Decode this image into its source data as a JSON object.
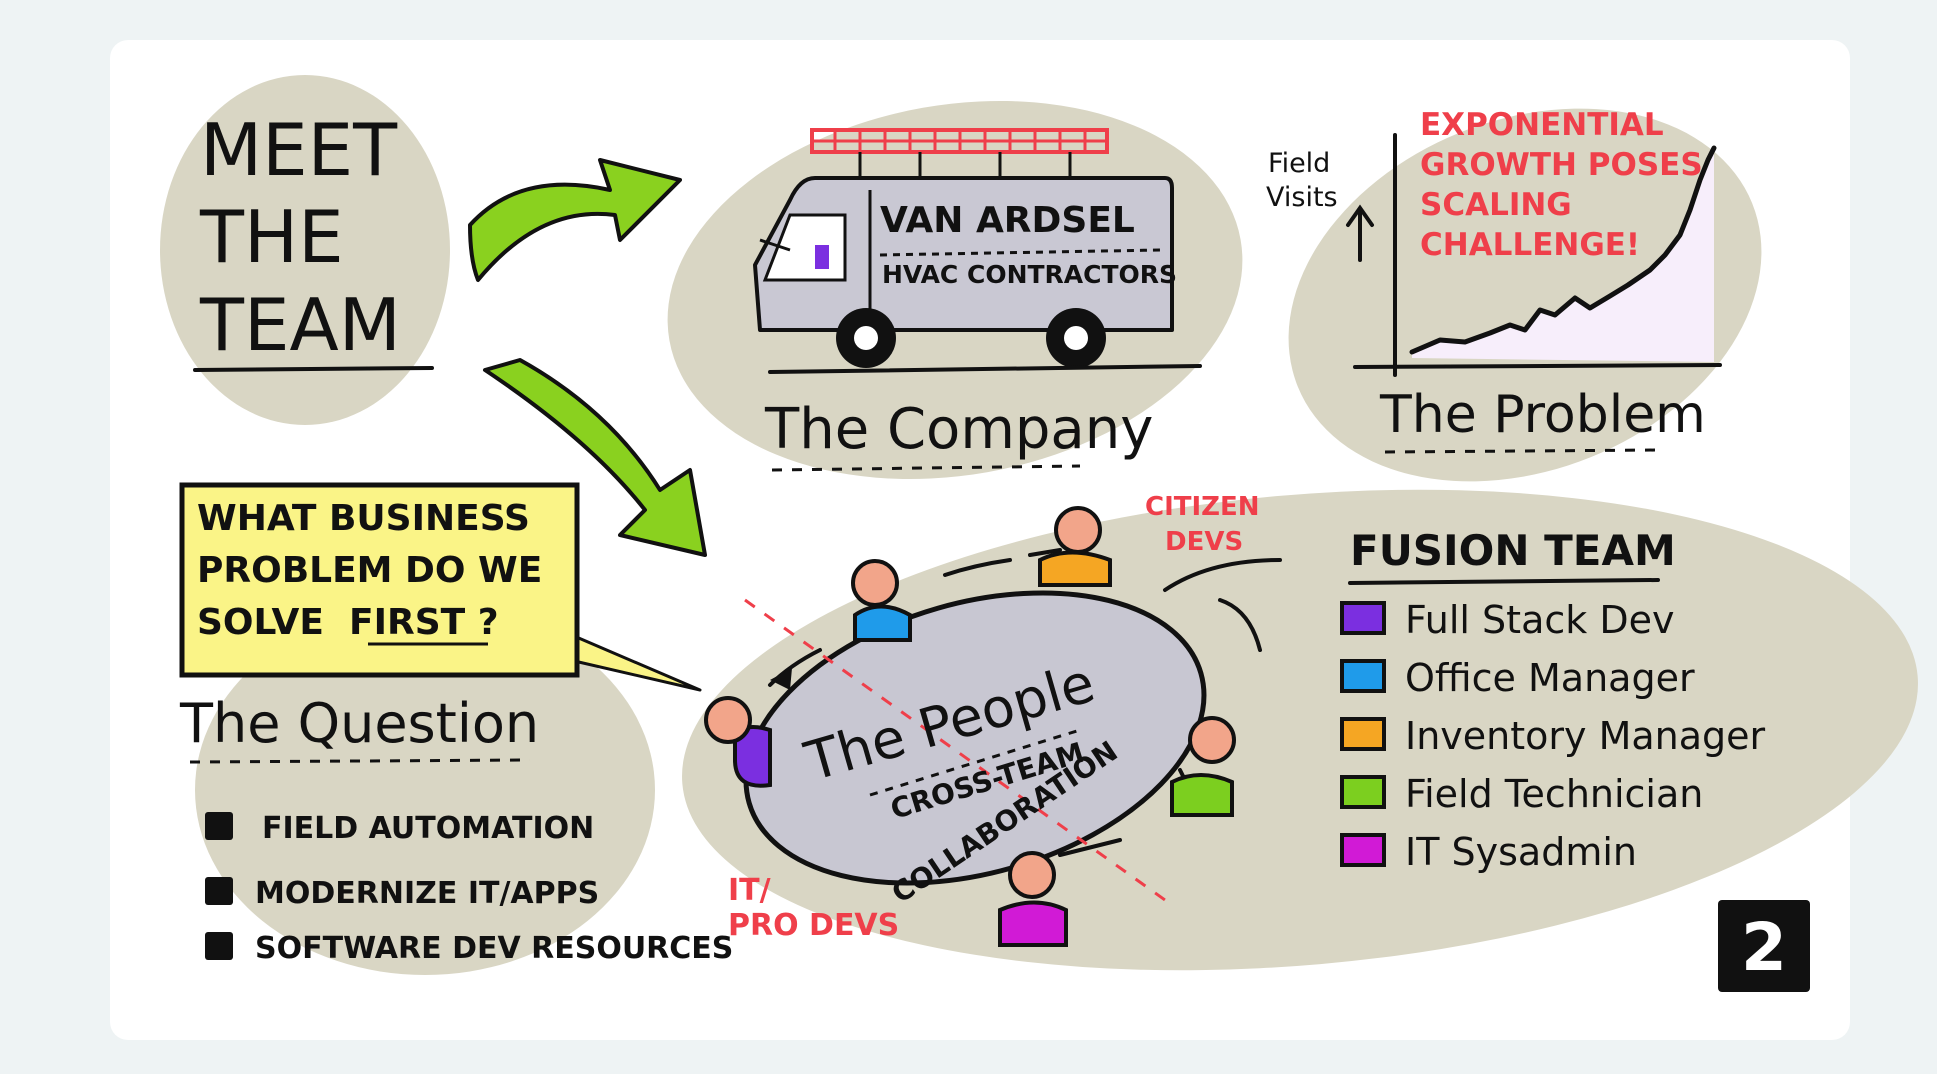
{
  "header": {
    "title": [
      "MEET",
      "THE",
      "TEAM"
    ]
  },
  "company": {
    "van_name": "VAN ARDSEL",
    "van_sub": "HVAC CONTRACTORS",
    "caption": "The Company"
  },
  "problem": {
    "y_axis_label": [
      "Field",
      "Visits"
    ],
    "note": [
      "EXPONENTIAL",
      "GROWTH POSES",
      "SCALING",
      "CHALLENGE!"
    ],
    "caption": "The Problem"
  },
  "question": {
    "box_lines": [
      "WHAT BUSINESS",
      "PROBLEM DO WE",
      "SOLVE  FIRST ?"
    ],
    "caption": "The Question",
    "bullets": [
      "FIELD AUTOMATION",
      "MODERNIZE IT/APPS",
      "SOFTWARE DEV RESOURCES"
    ]
  },
  "people": {
    "title": "The People",
    "subtitle": [
      "CROSS-TEAM",
      "COLLABORATION"
    ],
    "citizen_label": [
      "CITIZEN",
      "DEVS"
    ],
    "pro_label": [
      "IT/",
      "PRO DEVS"
    ]
  },
  "fusion": {
    "title": "FUSION TEAM",
    "legend": [
      {
        "label": "Full Stack Dev",
        "color": "#7b2fe0"
      },
      {
        "label": "Office Manager",
        "color": "#1f9bea"
      },
      {
        "label": "Inventory Manager",
        "color": "#f5a623"
      },
      {
        "label": "Field Technician",
        "color": "#7ccf1f"
      },
      {
        "label": "IT Sysadmin",
        "color": "#d11ad6"
      }
    ]
  },
  "page_number": "2",
  "colors": {
    "blob": "#d9d6c4",
    "arrow": "#8ad11f",
    "accent_red": "#ef3f4a",
    "note_yellow": "#faf487",
    "van_body": "#c9c8d3",
    "table": "#c8c7d2",
    "skin": "#f2a58a"
  }
}
